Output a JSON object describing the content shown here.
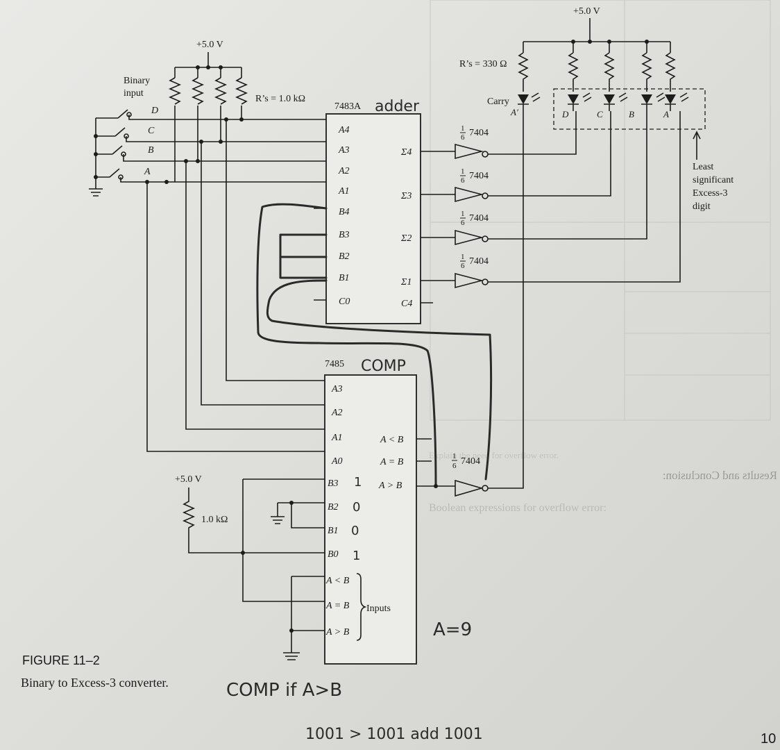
{
  "figure": {
    "number": "FIGURE 11–2",
    "caption": "Binary to Excess-3 converter.",
    "page_number": "10"
  },
  "input_section": {
    "title_line1": "Binary",
    "title_line2": "input",
    "switch_labels": [
      "D",
      "C",
      "B",
      "A"
    ],
    "supply": "+5.0 V",
    "pullup_label": "R’s = 1.0 kΩ"
  },
  "adder": {
    "part": "7483A",
    "handwritten": "adder",
    "inputs": [
      "A4",
      "A3",
      "A2",
      "A1",
      "B4",
      "B3",
      "B2",
      "B1",
      "C0"
    ],
    "outputs": [
      "Σ4",
      "Σ3",
      "Σ2",
      "Σ1",
      "C4"
    ]
  },
  "inverters": {
    "fraction_num": "1",
    "fraction_den": "6",
    "part": "7404"
  },
  "leds": {
    "supply": "+5.0 V",
    "resistor_label": "R’s = 330 Ω",
    "carry_label": "Carry",
    "carry_sub": "A′",
    "digit_labels": [
      "D",
      "C",
      "B",
      "A"
    ],
    "note_line1": "Least",
    "note_line2": "significant",
    "note_line3": "Excess-3",
    "note_line4": "digit"
  },
  "comparator": {
    "part": "7485",
    "handwritten": "COMP",
    "a_inputs": [
      "A3",
      "A2",
      "A1",
      "A0"
    ],
    "b_inputs": [
      "B3",
      "B2",
      "B1",
      "B0"
    ],
    "b_handwritten_values": [
      "1",
      "0",
      "0",
      "1"
    ],
    "outputs": [
      "A < B",
      "A = B",
      "A > B"
    ],
    "cascade_inputs": [
      "A < B",
      "A = B",
      "A > B"
    ],
    "cascade_label": "Inputs",
    "supply": "+5.0 V",
    "pullup_label": "1.0 kΩ"
  },
  "handwritten_notes": {
    "a_equals": "A=9",
    "line1": "COMP  if  A>B",
    "line2": "1001 > 1001 add 1001"
  },
  "background_bleed": {
    "mirrored_text": "Results and Conclusion:",
    "faint_text1": "Boolean expressions for overflow error:",
    "faint_text2": "Explain the need for overflow error."
  }
}
